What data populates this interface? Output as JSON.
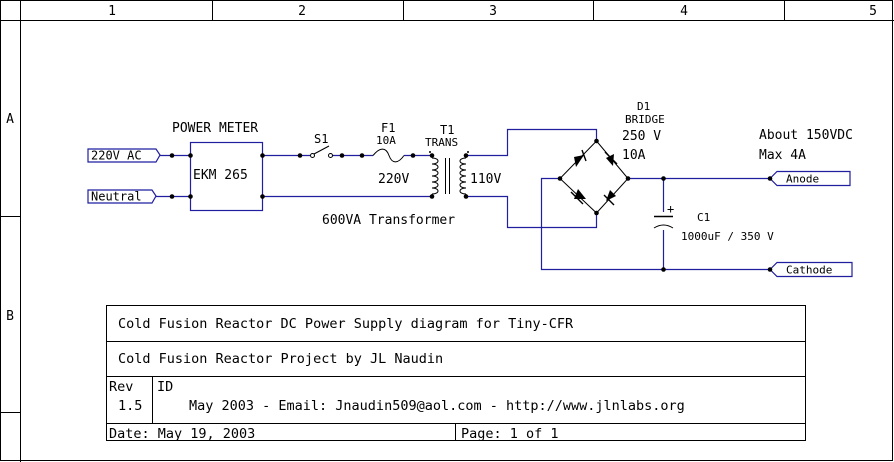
{
  "frame": {
    "columns": [
      "1",
      "2",
      "3",
      "4",
      "5"
    ],
    "rows": [
      "A",
      "B"
    ]
  },
  "labels": {
    "power_meter": "POWER METER",
    "meter_model": "EKM 265",
    "input_220": "220V AC",
    "neutral": "Neutral",
    "switch": "S1",
    "fuse_name": "F1",
    "fuse_rating": "10A",
    "transformer_name": "T1",
    "transformer_type": "TRANS",
    "primary_voltage": "220V",
    "secondary_voltage": "110V",
    "transformer_power": "600VA Transformer",
    "bridge_name": "D1",
    "bridge_type": "BRIDGE",
    "bridge_voltage": "250 V",
    "bridge_current": "10A",
    "output_voltage": "About 150VDC",
    "output_current": "Max 4A",
    "anode": "Anode",
    "cathode": "Cathode",
    "cap_name": "C1",
    "cap_value": "1000uF / 350 V",
    "cap_plus": "+"
  },
  "title_block": {
    "title": "Cold Fusion Reactor DC Power Supply diagram for Tiny-CFR",
    "project": "Cold Fusion Reactor Project by JL Naudin",
    "rev_label": "Rev",
    "rev_value": "1.5",
    "id_label": "ID",
    "id_value": "May 2003 - Email: Jnaudin509@aol.com - http://www.jlnlabs.org",
    "date": "Date: May 19, 2003",
    "page": "Page: 1 of 1"
  },
  "colors": {
    "wire": "#1f1fa0",
    "frame": "#000000",
    "background": "#ffffff"
  }
}
